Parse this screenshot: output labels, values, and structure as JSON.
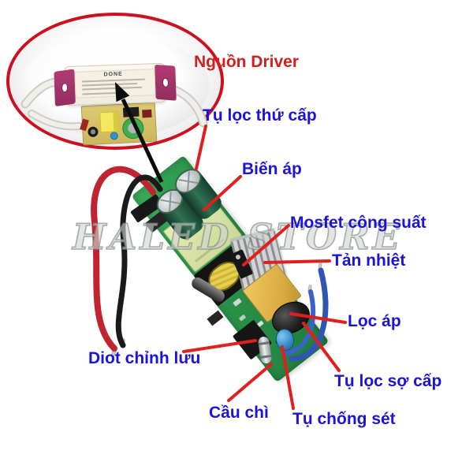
{
  "image_type": "annotated product photo of an LED driver power supply board",
  "colors": {
    "label_blue": "#1c13d6",
    "label_red": "#d1201f",
    "callout_line_red": "#e01f1f",
    "inset_ring_red": "#cc1020",
    "pcb_green": "#2e9a4e",
    "transformer_yellow": "#d9a93f",
    "wire_red": "#bf2430",
    "wire_blue": "#2f55b5",
    "watermark_gray": "#8a958f"
  },
  "watermark": {
    "text": "HALED STORE"
  },
  "inset": {
    "brand": "DONE"
  },
  "labels": {
    "nguon_driver": {
      "text": "Nguồn Driver"
    },
    "tu_loc_thu_cap": {
      "text": "Tụ lọc thứ cấp"
    },
    "bien_ap": {
      "text": "Biến áp"
    },
    "mosfet_cong_suat": {
      "text": "Mosfet công suất"
    },
    "tan_nhiet": {
      "text": "Tản nhiệt"
    },
    "loc_ap": {
      "text": "Lọc áp"
    },
    "diot_chinh_luu": {
      "text": "Diot chỉnh lưu"
    },
    "tu_loc_so_cap": {
      "text": "Tụ lọc sợ cấp"
    },
    "cau_chi": {
      "text": "Cầu chì"
    },
    "tu_chong_set": {
      "text": "Tụ chống sét"
    }
  }
}
